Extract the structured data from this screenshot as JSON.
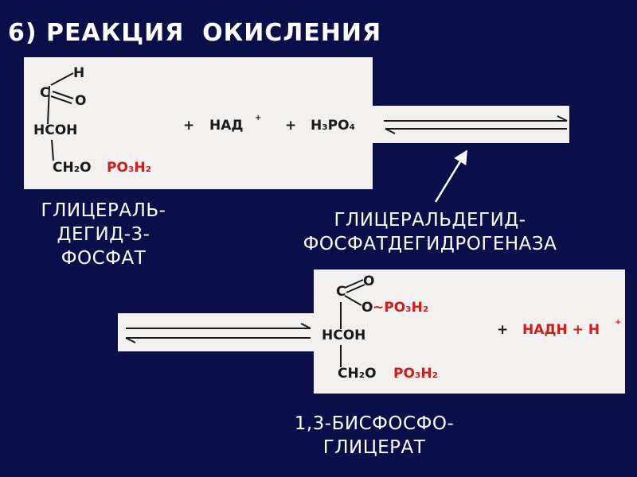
{
  "title": "6) РЕАКЦИЯ  ОКИСЛЕНИЯ",
  "substrate": {
    "h": "H",
    "c": "C",
    "o": "O",
    "hcoh": "HCOH",
    "ch2o": "CH₂O",
    "po3h2": "PO₃H₂"
  },
  "reactants": {
    "plus1": "+",
    "nad": "НАД",
    "nad_charge": "+",
    "plus2": "+",
    "h3po4": "H₃PO₄"
  },
  "product": {
    "c": "C",
    "o_top": "O",
    "o_link": "O",
    "tilde_po3h2": "~PO₃H₂",
    "hcoh": "HCOH",
    "ch2o": "CH₂O",
    "po3h2": "PO₃H₂",
    "plus": "+",
    "nadh_h": "НАДН + Н",
    "h_charge": "+"
  },
  "labels": {
    "substrate_name": [
      "ГЛИЦЕРАЛЬ-",
      "ДЕГИД-3-",
      "ФОСФАТ"
    ],
    "enzyme_name": [
      "ГЛИЦЕРАЛЬДЕГИД-",
      "ФОСФАТДЕГИДРОГЕНАЗА"
    ],
    "product_name": [
      "1,3-БИСФОСФО-",
      "ГЛИЦЕРАТ"
    ]
  },
  "colors": {
    "background": "#0a0f4a",
    "panel": "#f2f1ef",
    "phosphate_red": "#d01c1c",
    "text_white": "#ffffff"
  }
}
